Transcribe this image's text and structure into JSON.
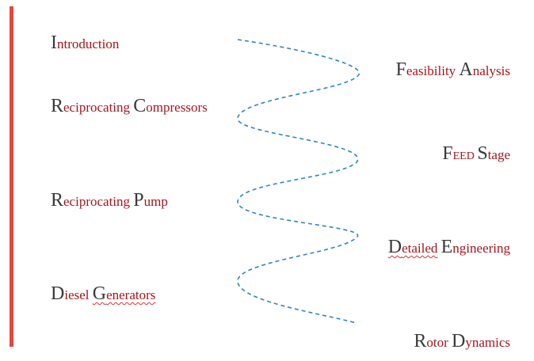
{
  "colors": {
    "accent_bar": "#e8453c",
    "text_dark": "#3a3a3a",
    "text_red": "#a8141b",
    "wave": "#2e86c1",
    "spell_underline": "#e03030"
  },
  "left_items": [
    {
      "cap1": "I",
      "rest1": "ntroduction",
      "cap2": "",
      "rest2": ""
    },
    {
      "cap1": "R",
      "rest1": "eciprocating ",
      "cap2": "C",
      "rest2": "ompressors"
    },
    {
      "cap1": "R",
      "rest1": "eciprocating ",
      "cap2": "P",
      "rest2": "ump"
    },
    {
      "cap1": "D",
      "rest1": "iesel ",
      "cap2": "G",
      "rest2": "enerators"
    }
  ],
  "right_items": [
    {
      "cap1": "F",
      "rest1": "easibility ",
      "cap2": "A",
      "rest2": "nalysis"
    },
    {
      "cap1": "F",
      "rest1": "eed ",
      "cap2": "S",
      "rest2": "tage"
    },
    {
      "cap1": "D",
      "rest1": "etailed",
      "cap2": "E",
      "rest2": "ngineering"
    },
    {
      "cap1": "R",
      "rest1": "otor ",
      "cap2": "D",
      "rest2": "ynamics"
    }
  ]
}
